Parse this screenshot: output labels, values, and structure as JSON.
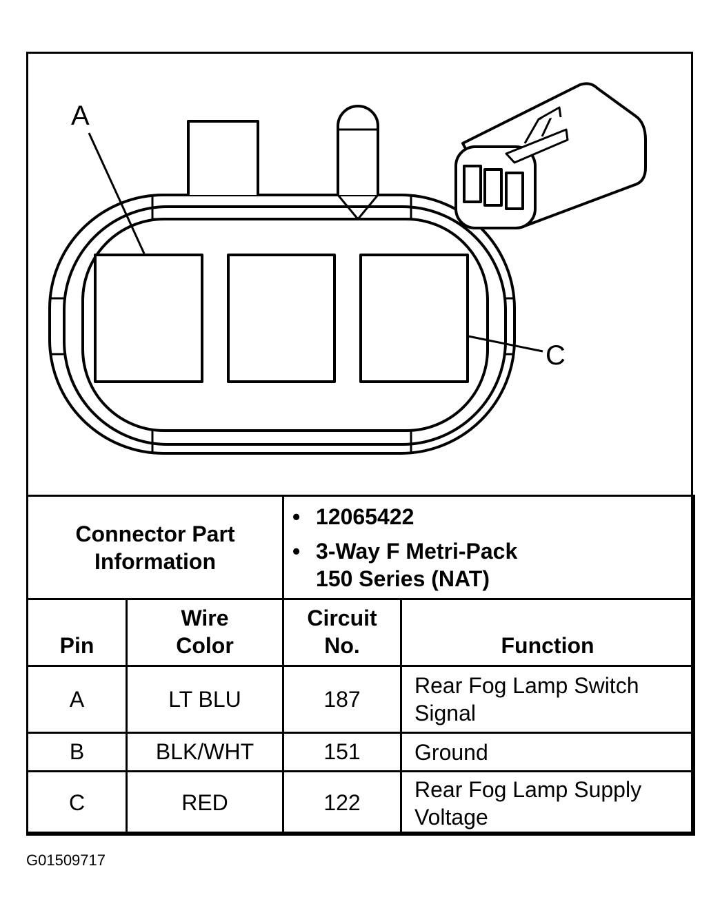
{
  "diagram": {
    "callouts": {
      "a": "A",
      "c": "C"
    }
  },
  "connector_info": {
    "label": "Connector Part Information",
    "items": [
      "12065422",
      "3-Way F Metri-Pack 150 Series (NAT)"
    ]
  },
  "pin_table": {
    "headers": {
      "pin": "Pin",
      "wire_color": "Wire Color",
      "circuit_no": "Circuit No.",
      "function": "Function"
    },
    "rows": [
      {
        "pin": "A",
        "wire_color": "LT BLU",
        "circuit_no": "187",
        "function": "Rear Fog Lamp Switch Signal"
      },
      {
        "pin": "B",
        "wire_color": "BLK/WHT",
        "circuit_no": "151",
        "function": "Ground"
      },
      {
        "pin": "C",
        "wire_color": "RED",
        "circuit_no": "122",
        "function": "Rear Fog Lamp Supply Voltage"
      }
    ]
  },
  "figure_id": "G01509717"
}
